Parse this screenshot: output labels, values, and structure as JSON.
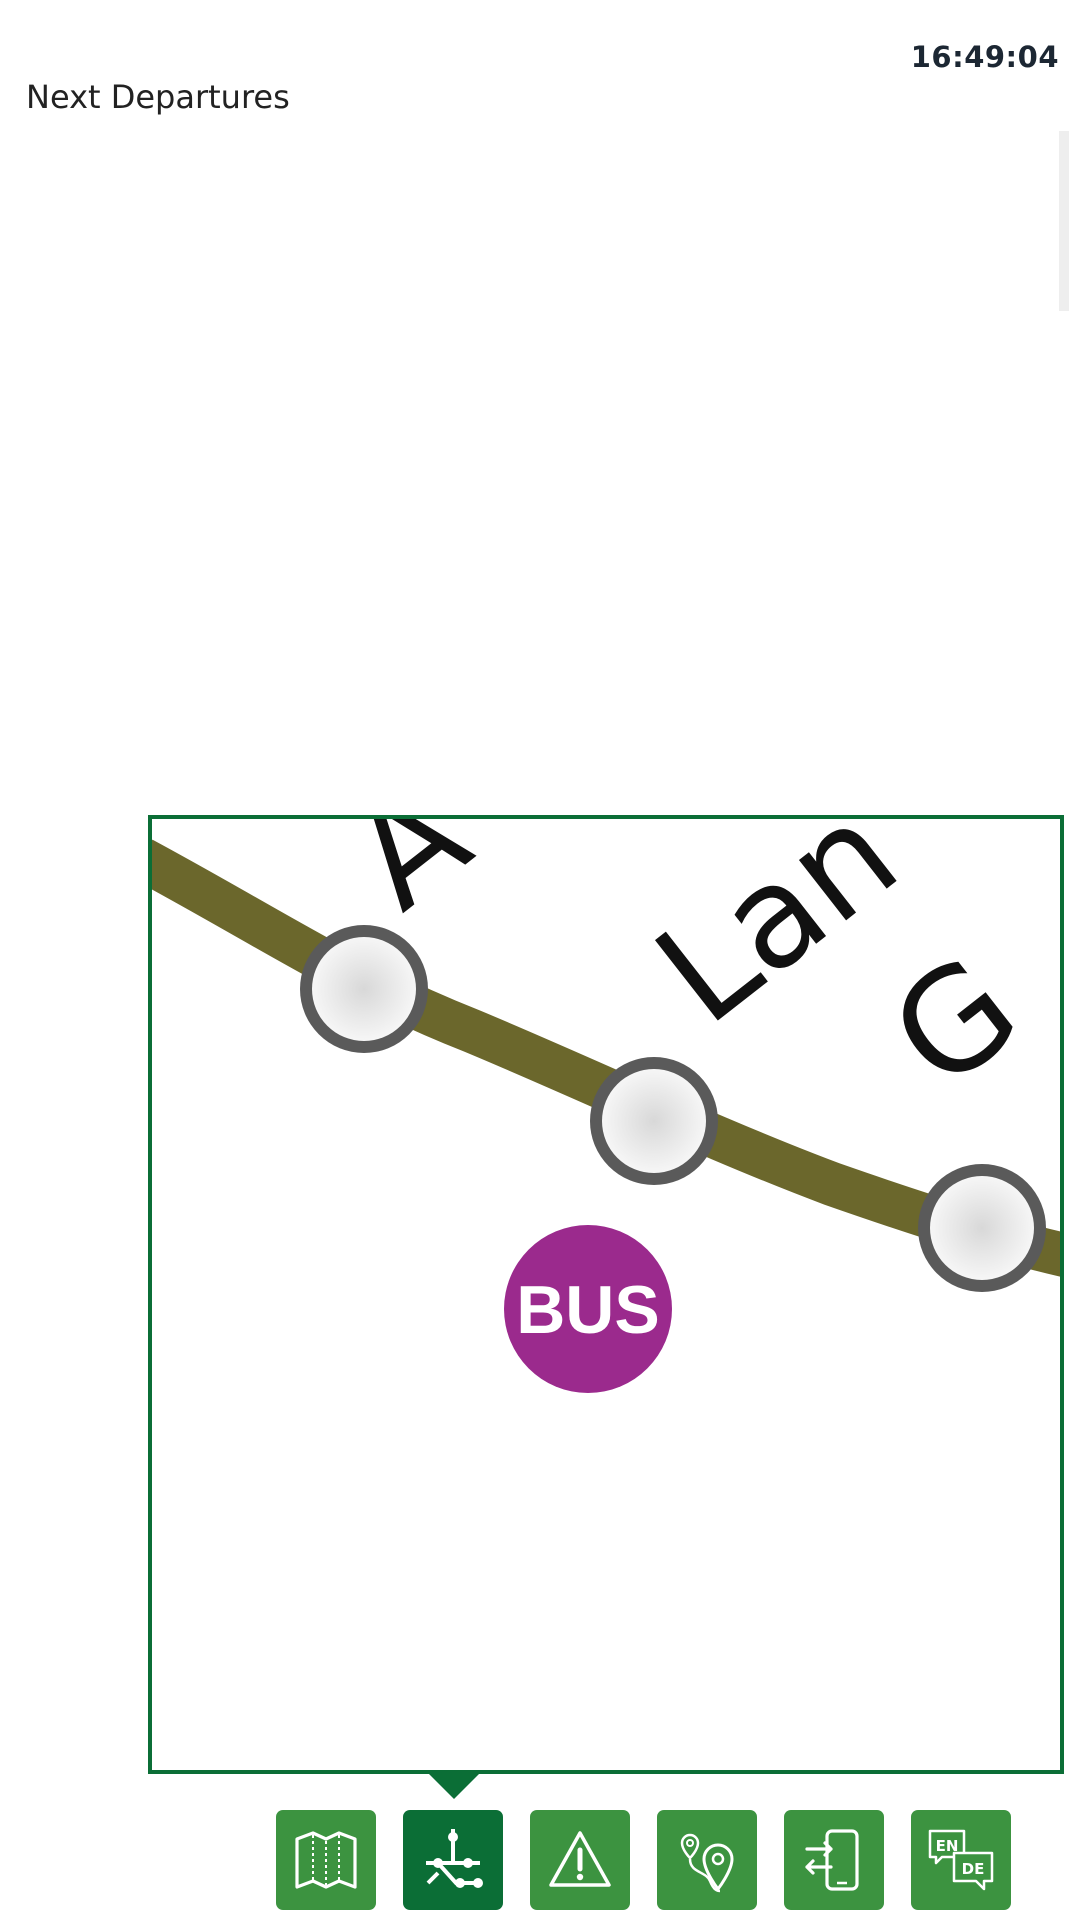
{
  "header": {
    "clock": "16:49:04",
    "title": "Next Departures"
  },
  "map": {
    "line_color": "#6b672c",
    "stop_fill": "#e6e6e6",
    "stop_ring": "#5a5a5a",
    "bus_badge": {
      "label": "BUS",
      "color": "#9b2a8d"
    },
    "label_fragments": [
      "A",
      "Lan",
      "G"
    ]
  },
  "nav": {
    "accent": "#3c9340",
    "active_accent": "#0b6e36",
    "items": [
      {
        "name": "map",
        "icon": "map-icon",
        "active": false
      },
      {
        "name": "network",
        "icon": "network-lines-icon",
        "active": true
      },
      {
        "name": "alerts",
        "icon": "warning-icon",
        "active": false
      },
      {
        "name": "route",
        "icon": "route-pin-icon",
        "active": false
      },
      {
        "name": "exit",
        "icon": "phone-exit-icon",
        "active": false
      },
      {
        "name": "language",
        "icon": "language-toggle-icon",
        "active": false,
        "labels": [
          "EN",
          "DE"
        ]
      }
    ]
  }
}
